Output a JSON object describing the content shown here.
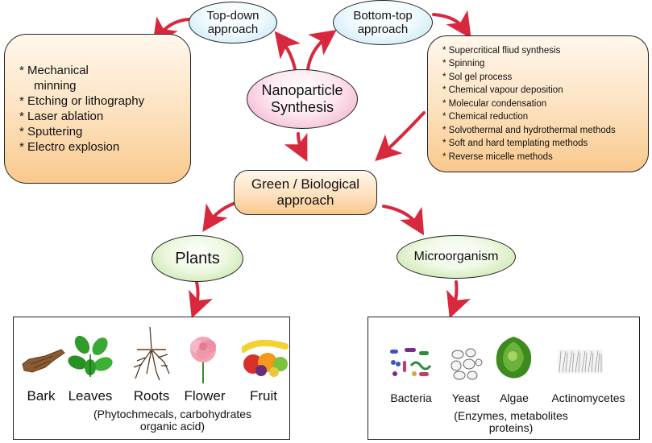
{
  "nodes": {
    "top_down": "Top-down approach",
    "bottom_top": "Bottom-top approach",
    "nanoparticle": "Nanoparticle Synthesis",
    "green": "Green / Biological approach",
    "plants": "Plants",
    "microorganism": "Microorganism"
  },
  "top_down_methods": [
    "* Mechanical minning",
    "* Etching or lithography",
    "* Laser ablation",
    "* Sputtering",
    "* Electro explosion"
  ],
  "bottom_top_methods": [
    "* Supercritical fliud synthesis",
    "* Spinning",
    "* Sol gel process",
    "* Chemical vapour deposition",
    "* Molecular condensation",
    "* Chemical reduction",
    "* Solvothermal and hydrothermal methods",
    "* Soft and hard templating methods",
    "* Reverse micelle methods"
  ],
  "plant_sources": [
    "Bark",
    "Leaves",
    "Roots",
    "Flower",
    "Fruit"
  ],
  "plant_note": "(Phytochmecals, carbohydrates organic acid)",
  "microbe_sources": [
    "Bacteria",
    "Yeast",
    "Algae",
    "Actinomycetes"
  ],
  "microbe_note": "(Enzymes, metabolites proteins)",
  "colors": {
    "arrow": "#d8283e",
    "orange_box": "#f9c98d",
    "blue_node": "#bfe4f3",
    "pink_node": "#f2a6c6",
    "green_node": "#bfe19c"
  }
}
